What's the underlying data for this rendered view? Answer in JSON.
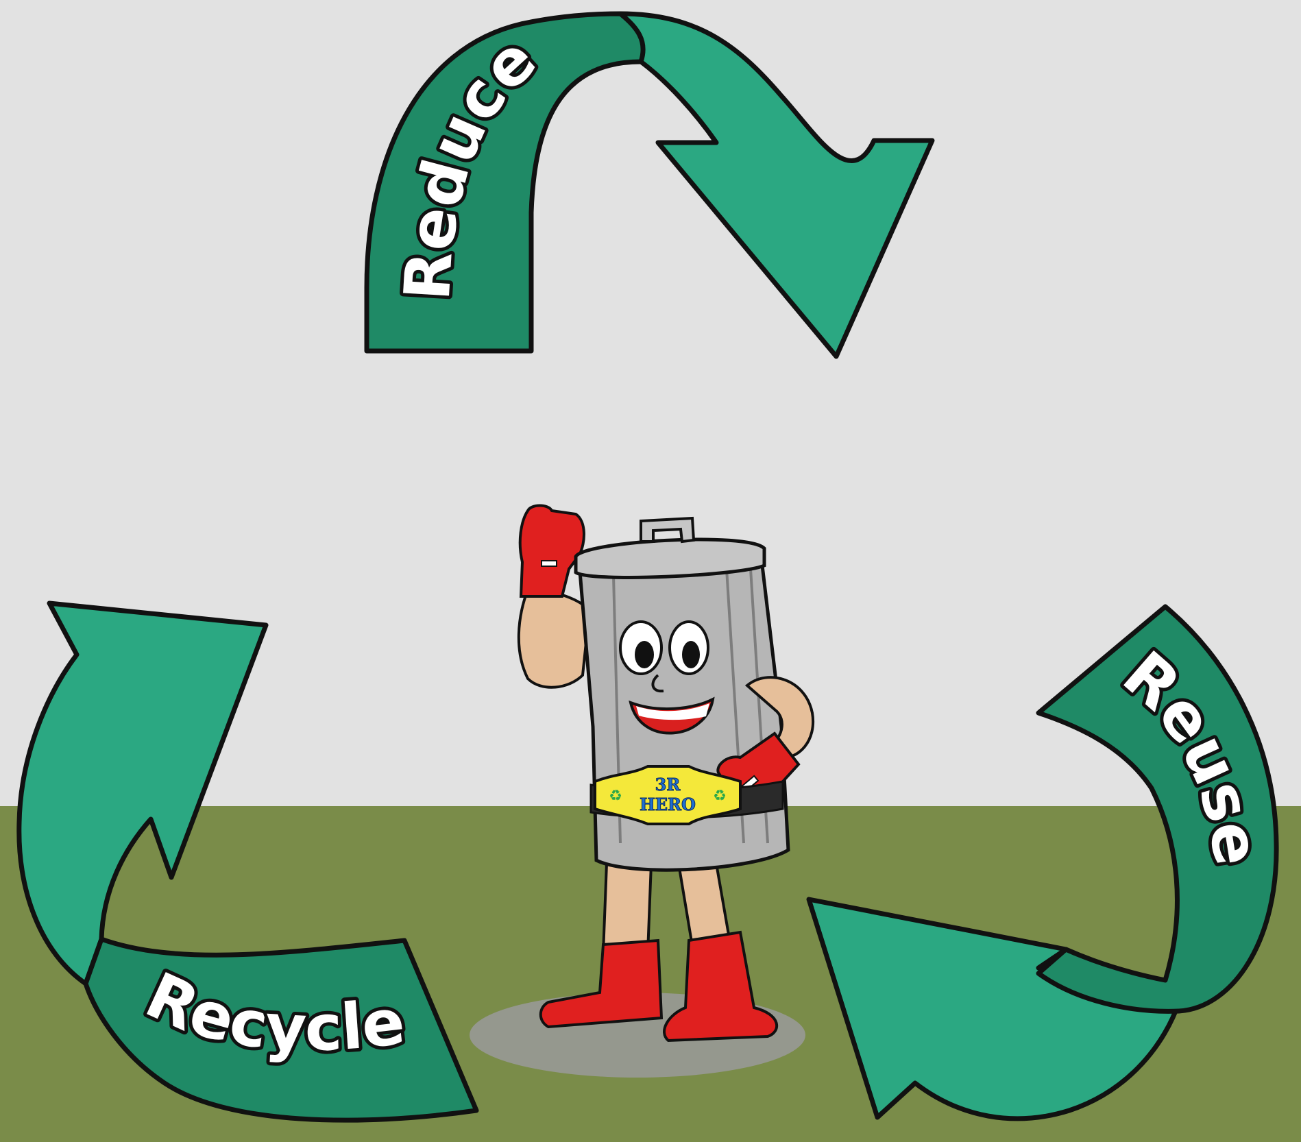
{
  "diagram": {
    "arrows": [
      {
        "id": "reduce",
        "label": "Reduce"
      },
      {
        "id": "reuse",
        "label": "Reuse"
      },
      {
        "id": "recycle",
        "label": "Recycle"
      }
    ],
    "mascot": {
      "belt_line1": "3R",
      "belt_line2": "HERO"
    }
  },
  "colors": {
    "background": "#e2e2e2",
    "ground": "#7a8c49",
    "arrow_dark": "#1f8a66",
    "arrow_light": "#2ba882",
    "outline": "#111111",
    "can_gray": "#b6b6b6",
    "glove_red": "#e0201f",
    "belt_yellow": "#f4e83a"
  }
}
